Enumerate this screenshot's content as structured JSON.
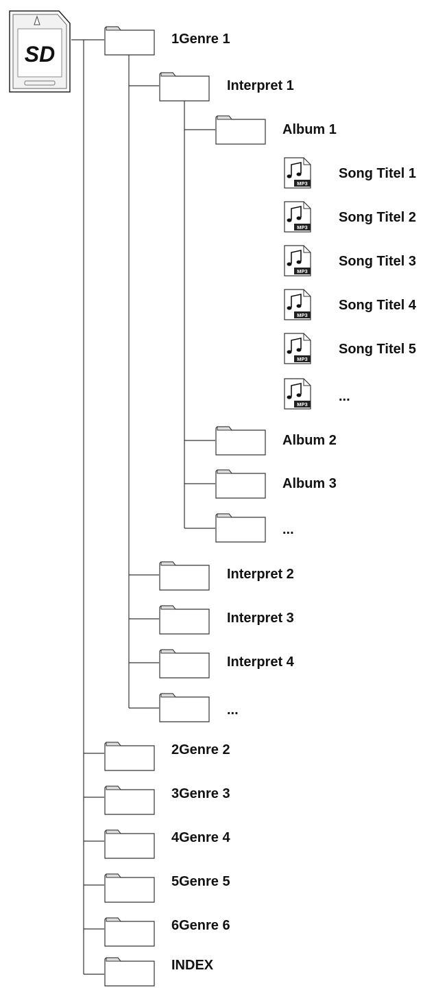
{
  "root": {
    "icon": "sd-card-icon",
    "logo_text": "SD"
  },
  "genres": [
    {
      "label": "1Genre 1",
      "interprets": [
        {
          "label": "Interpret 1",
          "albums": [
            {
              "label": "Album 1",
              "songs": [
                {
                  "label": "Song Titel 1",
                  "badge": "MP3"
                },
                {
                  "label": "Song Titel 2",
                  "badge": "MP3"
                },
                {
                  "label": "Song Titel 3",
                  "badge": "MP3"
                },
                {
                  "label": "Song Titel 4",
                  "badge": "MP3"
                },
                {
                  "label": "Song Titel 5",
                  "badge": "MP3"
                },
                {
                  "label": "...",
                  "badge": "MP3"
                }
              ]
            },
            {
              "label": "Album 2"
            },
            {
              "label": "Album 3"
            },
            {
              "label": "..."
            }
          ]
        },
        {
          "label": "Interpret 2"
        },
        {
          "label": "Interpret 3"
        },
        {
          "label": "Interpret 4"
        },
        {
          "label": "..."
        }
      ]
    },
    {
      "label": "2Genre 2"
    },
    {
      "label": "3Genre 3"
    },
    {
      "label": "4Genre 4"
    },
    {
      "label": "5Genre 5"
    },
    {
      "label": "6Genre 6"
    },
    {
      "label": "INDEX"
    }
  ]
}
